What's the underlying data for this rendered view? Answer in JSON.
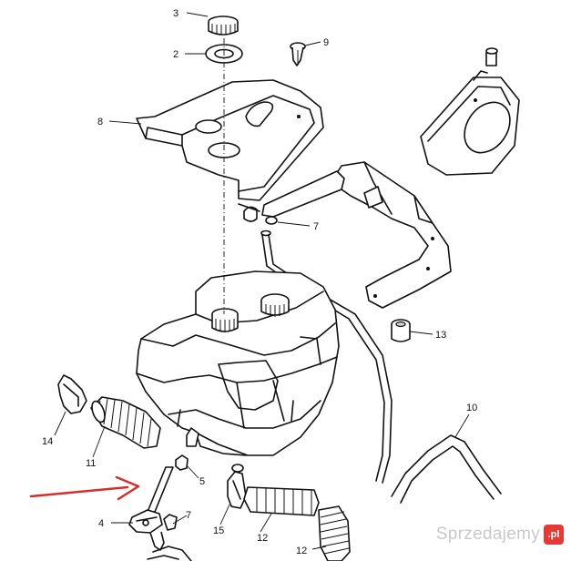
{
  "callouts": {
    "c1": "3",
    "c2": "2",
    "c3": "9",
    "c4": "8",
    "c5": "7",
    "c6": "13",
    "c7": "10",
    "c8": "14",
    "c9": "11",
    "c10": "5",
    "c11": "4",
    "c12": "7",
    "c13": "15",
    "c14": "12",
    "c15": "12"
  },
  "watermark": {
    "text": "Sprzedajemy",
    "badge": ".pl"
  },
  "colors": {
    "arrow": "#d32f2f",
    "line": "#111111"
  }
}
